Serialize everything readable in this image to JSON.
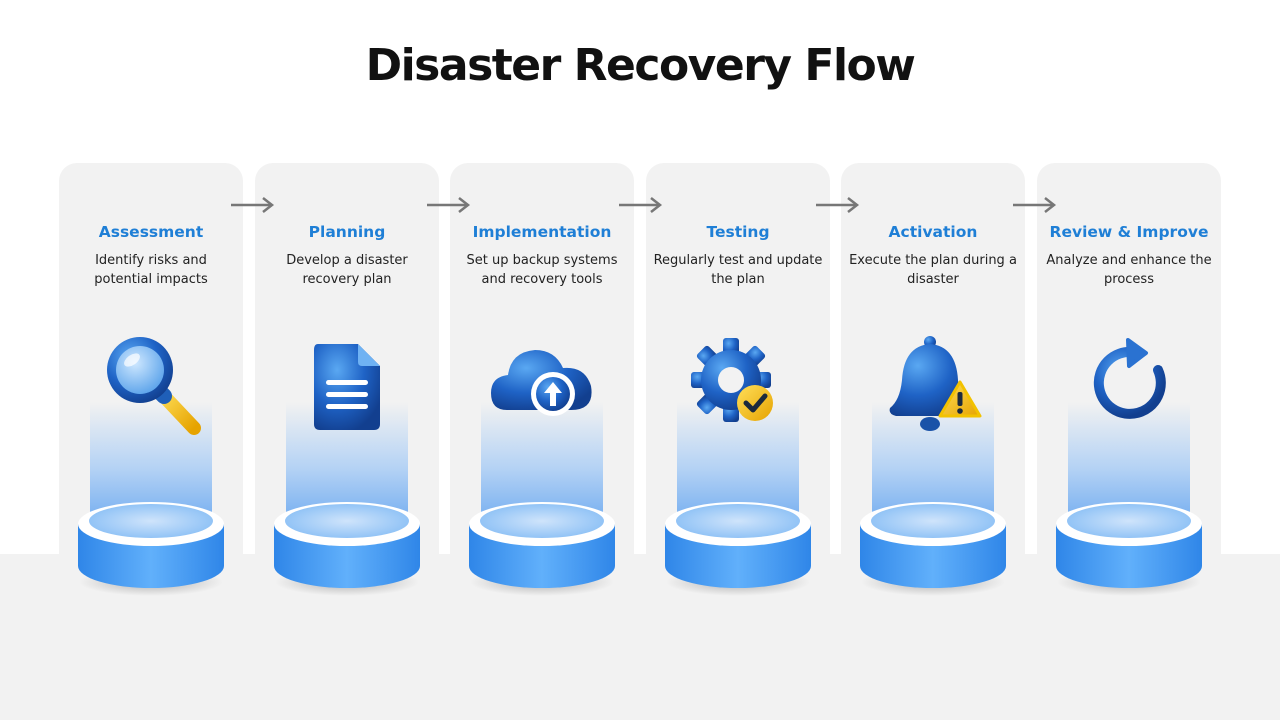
{
  "title": "Disaster Recovery Flow",
  "steps": [
    {
      "title": "Assessment",
      "desc": "Identify risks and potential impacts",
      "icon": "magnifier-icon"
    },
    {
      "title": "Planning",
      "desc": "Develop a disaster recovery plan",
      "icon": "document-icon"
    },
    {
      "title": "Implementation",
      "desc": "Set up backup systems and recovery tools",
      "icon": "cloud-upload-icon"
    },
    {
      "title": "Testing",
      "desc": "Regularly test and update the plan",
      "icon": "gear-check-icon"
    },
    {
      "title": "Activation",
      "desc": "Execute the plan during a disaster",
      "icon": "bell-warning-icon"
    },
    {
      "title": "Review & Improve",
      "desc": "Analyze and enhance the process",
      "icon": "refresh-icon"
    }
  ],
  "colors": {
    "accent": "#1f7fd6",
    "icon_blue": "#1f63c6",
    "warning": "#f7c21b",
    "pedestal_blue": "#3d9af2",
    "card_bg": "#f2f2f2",
    "arrow": "#777777"
  }
}
